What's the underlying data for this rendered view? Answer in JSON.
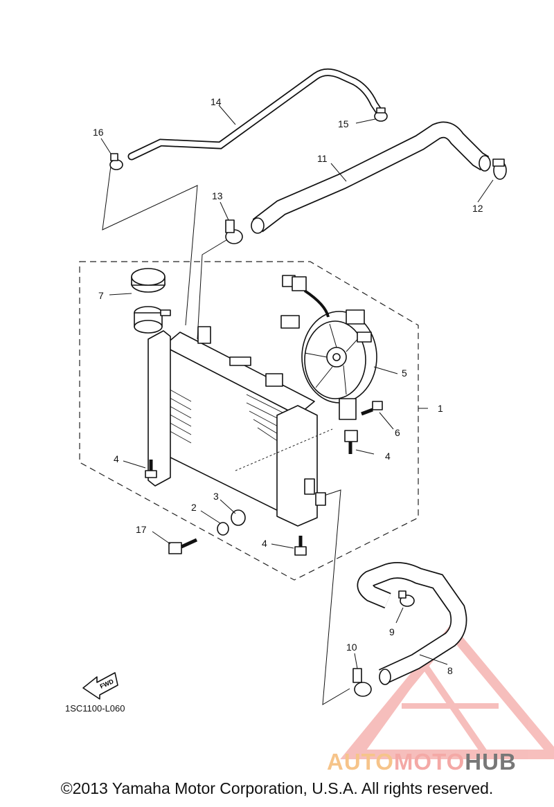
{
  "diagram": {
    "callouts": {
      "c1": "1",
      "c2": "2",
      "c3": "3",
      "c4a": "4",
      "c4b": "4",
      "c4c": "4",
      "c5": "5",
      "c6": "6",
      "c7": "7",
      "c8": "8",
      "c9": "9",
      "c10": "10",
      "c11": "11",
      "c12": "12",
      "c13": "13",
      "c14": "14",
      "c15": "15",
      "c16": "16",
      "c17": "17"
    },
    "fwd_label": "FWD",
    "figure_code": "1SC1100-L060",
    "copyright": "©2013 Yamaha Motor Corporation, U.S.A. All rights reserved."
  },
  "watermark": {
    "part1": "AUTO",
    "part2": "MOTO",
    "part3": "HUB",
    "colors": {
      "auto": "#f6c48a",
      "moto": "#f4a9a6",
      "hub": "#777777",
      "logo": "#f08a86"
    }
  }
}
